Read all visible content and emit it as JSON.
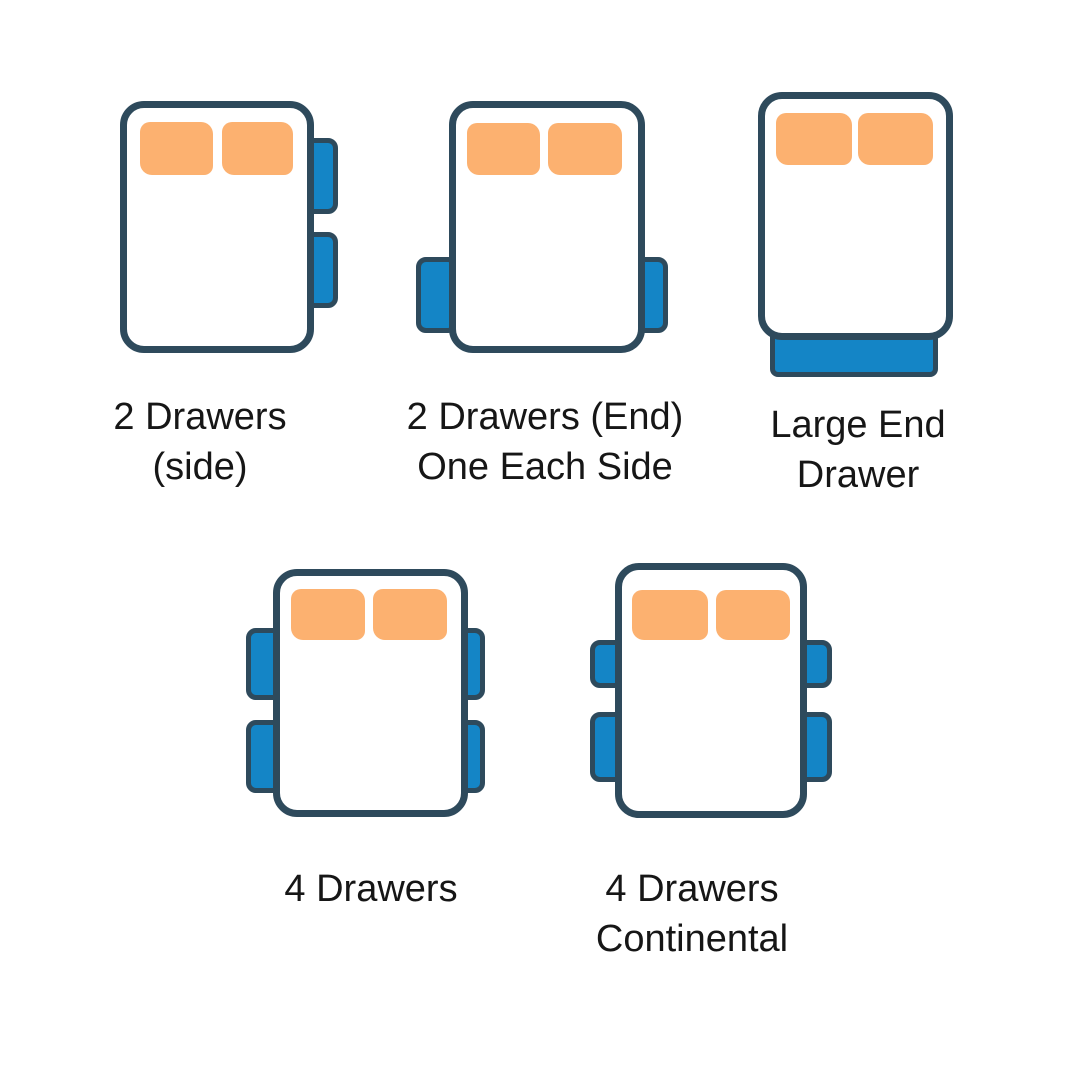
{
  "diagram": {
    "background": "#FFFFFF",
    "colors": {
      "outline": "#2E4A5C",
      "drawer_blue": "#1485C6",
      "pillow_orange": "#FCB170",
      "bed_fill": "#FFFFFF",
      "label_text": "#161616"
    },
    "variants": [
      {
        "id": "2-drawers-side",
        "label": [
          "2 Drawers",
          "(side)"
        ],
        "drawer_layout": "2 drawers on right side"
      },
      {
        "id": "2-drawers-end-one-each-side",
        "label": [
          "2 Drawers (End)",
          "One Each Side"
        ],
        "drawer_layout": "1 drawer each side at foot end"
      },
      {
        "id": "large-end-drawer",
        "label": [
          "Large End",
          "Drawer"
        ],
        "drawer_layout": "1 wide drawer at foot end"
      },
      {
        "id": "4-drawers",
        "label": [
          "4 Drawers"
        ],
        "drawer_layout": "2 drawers each side, equal size"
      },
      {
        "id": "4-drawers-continental",
        "label": [
          "4 Drawers",
          "Continental"
        ],
        "drawer_layout": "2 drawers each side, shorter upper drawers"
      }
    ]
  }
}
